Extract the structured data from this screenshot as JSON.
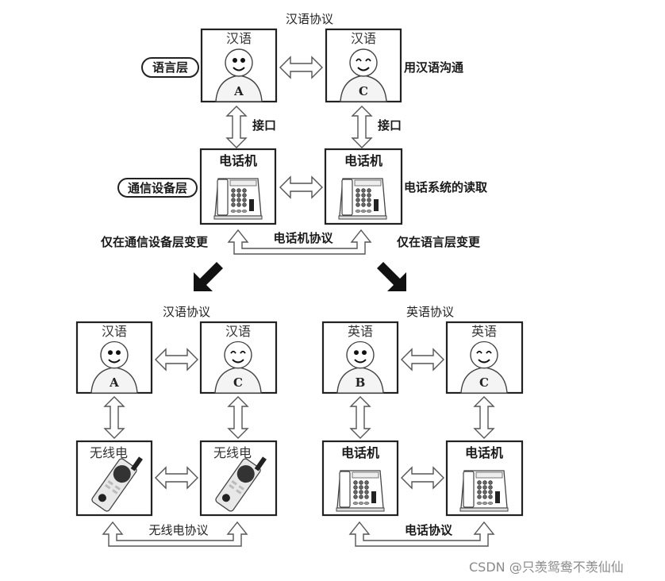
{
  "top": {
    "protocol_title": "汉语协议",
    "layer_labels": {
      "language": "语言层",
      "device": "通信设备层"
    },
    "right_notes": {
      "language": "用汉语沟通",
      "device": "电话系统的读取"
    },
    "interface_labels": [
      "接口",
      "接口"
    ],
    "persons": [
      {
        "title": "汉语",
        "letter": "A",
        "face": "dot-eyes"
      },
      {
        "title": "汉语",
        "letter": "C",
        "face": "happy-eyes"
      }
    ],
    "devices": [
      {
        "title": "电话机",
        "kind": "telephone"
      },
      {
        "title": "电话机",
        "kind": "telephone"
      }
    ],
    "device_protocol": "电话机协议"
  },
  "branch_captions": {
    "left": "仅在通信设备层变更",
    "right": "仅在语言层变更"
  },
  "bottom_left": {
    "protocol_title": "汉语协议",
    "persons": [
      {
        "title": "汉语",
        "letter": "A",
        "face": "dot-eyes"
      },
      {
        "title": "汉语",
        "letter": "C",
        "face": "happy-eyes"
      }
    ],
    "devices": [
      {
        "title": "无线电",
        "kind": "radio"
      },
      {
        "title": "无线电",
        "kind": "radio"
      }
    ],
    "device_protocol": "无线电协议"
  },
  "bottom_right": {
    "protocol_title": "英语协议",
    "persons": [
      {
        "title": "英语",
        "letter": "B",
        "face": "dot-eyes"
      },
      {
        "title": "英语",
        "letter": "C",
        "face": "happy-eyes"
      }
    ],
    "devices": [
      {
        "title": "电话机",
        "kind": "telephone"
      },
      {
        "title": "电话机",
        "kind": "telephone"
      }
    ],
    "device_protocol": "电话协议"
  },
  "watermark": "CSDN @只羡鸳鸯不羡仙仙",
  "colors": {
    "stroke": "#222222",
    "fill_light": "#f2f2f2",
    "watermark": "#8a8a8a"
  }
}
